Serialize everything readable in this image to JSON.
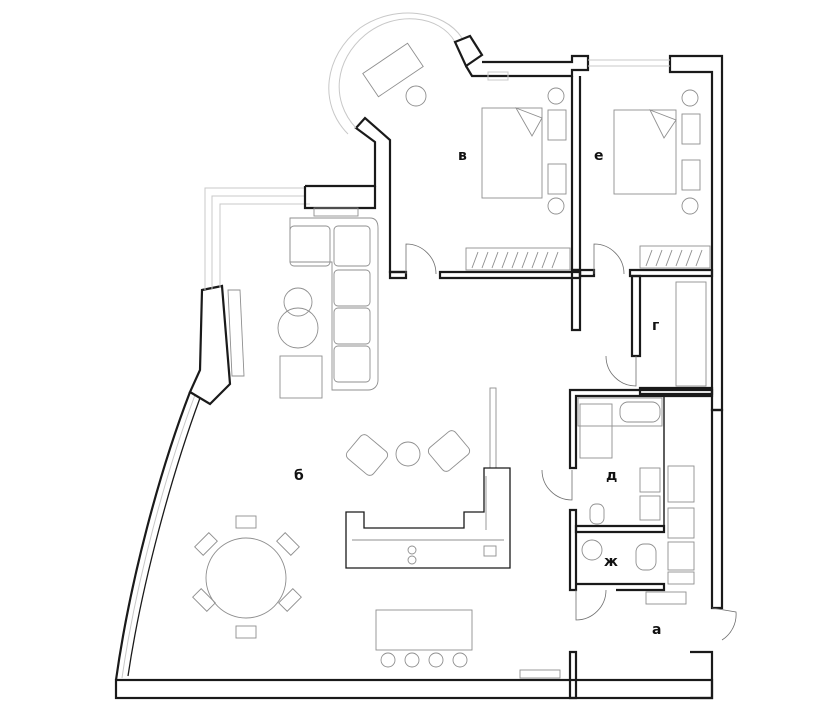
{
  "rooms": [
    {
      "id": "a",
      "label": "а"
    },
    {
      "id": "b",
      "label": "б"
    },
    {
      "id": "v",
      "label": "в"
    },
    {
      "id": "g",
      "label": "г"
    },
    {
      "id": "d",
      "label": "д"
    },
    {
      "id": "e",
      "label": "е"
    },
    {
      "id": "zh",
      "label": "ж"
    }
  ],
  "colors": {
    "wall": "#1a1a1a",
    "furniture": "#8f8f8f",
    "window": "#c8c8c8",
    "background": "#ffffff"
  }
}
